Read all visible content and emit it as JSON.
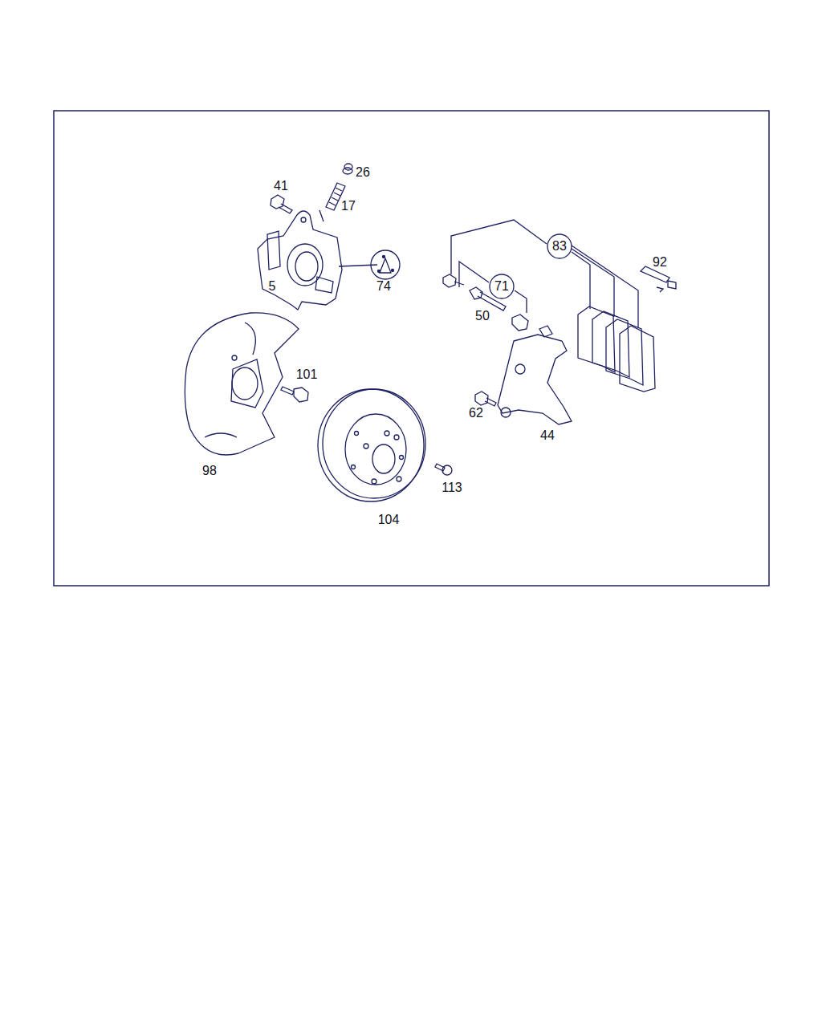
{
  "diagram": {
    "nodes": [
      {
        "text": [
          "83"
        ]
      },
      {
        "text": [
          "71"
        ]
      }
    ],
    "labels": [
      "26",
      "41",
      "17",
      "5",
      "74",
      "92",
      "50",
      "101",
      "98",
      "62",
      "44",
      "113",
      "104"
    ]
  }
}
